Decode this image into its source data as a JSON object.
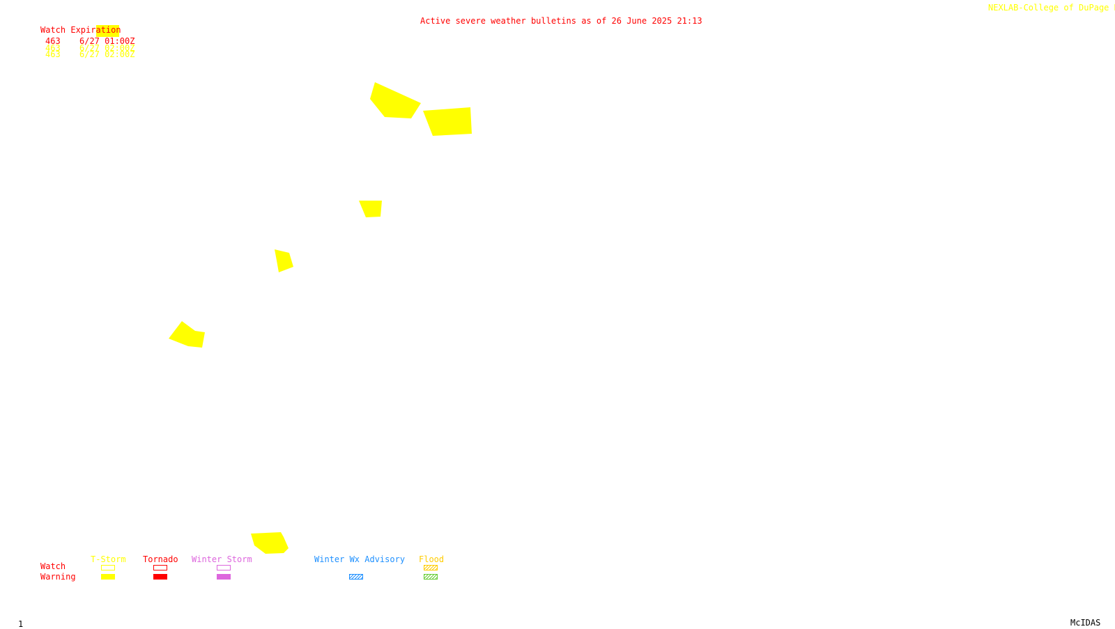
{
  "title": "Active severe weather bulletins as of 26 June 2025 21:13",
  "credit": "NEXLAB-College of DuPage R",
  "watch_table": {
    "header": "Watch Expiration",
    "rows": [
      {
        "id": "463",
        "expires": "6/27 01:00Z",
        "color": "#ff0000"
      },
      {
        "id": "463",
        "expires": "6/27 02:00Z",
        "color": "#ffff00"
      },
      {
        "id": "463",
        "expires": "6/27 02:00Z",
        "color": "#ffff00"
      }
    ]
  },
  "legend": {
    "row_labels": {
      "watch": "Watch",
      "warning": "Warning"
    },
    "categories": [
      {
        "label": "T-Storm",
        "color": "#ffff00",
        "watch_style": "outline",
        "warning_style": "solid"
      },
      {
        "label": "Tornado",
        "color": "#ff0000",
        "watch_style": "outline",
        "warning_style": "solid"
      },
      {
        "label": "Winter Storm",
        "color": "#dd66dd",
        "watch_style": "outline",
        "warning_style": "solid"
      },
      {
        "label": "Winter Wx Advisory",
        "color": "#1e90ff",
        "watch_style": "none",
        "warning_style": "hatched"
      },
      {
        "label": "Flood",
        "color": "#ffcc00",
        "watch_style": "hatched",
        "warning_style": "hatched-green"
      }
    ]
  },
  "footer": {
    "frame_number": "1",
    "software": "McIDAS"
  },
  "colors": {
    "title": "#ff0000",
    "warning_polygon": "#ffff00",
    "credit": "#ffff00"
  }
}
